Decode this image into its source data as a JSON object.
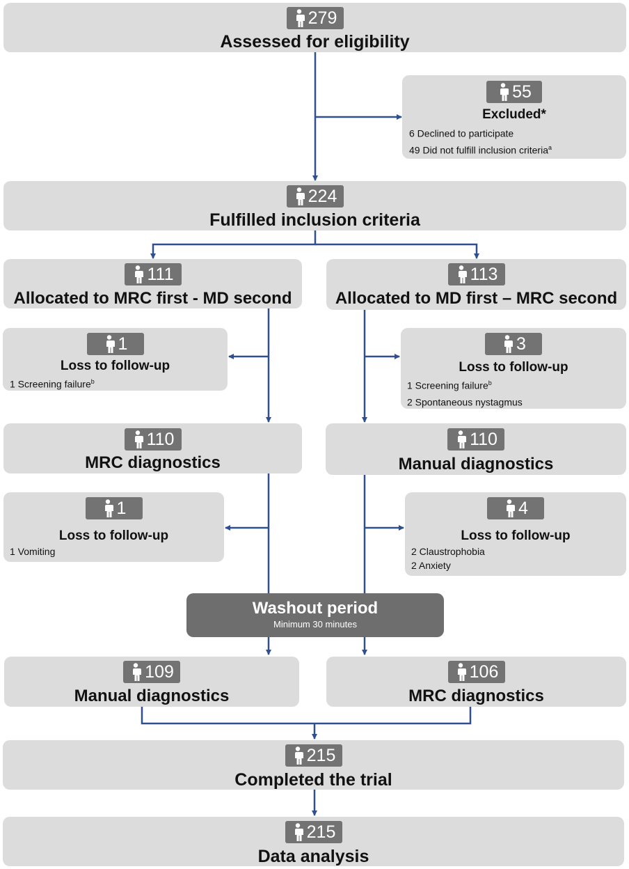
{
  "nodes": {
    "assessed": {
      "count": "279",
      "label": "Assessed for eligibility"
    },
    "excluded": {
      "count": "55",
      "label": "Excluded*",
      "items": [
        {
          "text": "6   Declined to participate",
          "sup": ""
        },
        {
          "text": "49 Did not fulfill inclusion criteria",
          "sup": "a"
        }
      ]
    },
    "fulfilled": {
      "count": "224",
      "label": "Fulfilled inclusion criteria"
    },
    "alloc_left": {
      "count": "111",
      "label": "Allocated to MRC first - MD second"
    },
    "alloc_right": {
      "count": "113",
      "label": "Allocated to MD first – MRC second"
    },
    "loss1_left": {
      "count": "1",
      "label": "Loss to follow-up",
      "items": [
        {
          "text": "1 Screening failure",
          "sup": "b"
        }
      ]
    },
    "loss1_right": {
      "count": "3",
      "label": "Loss to follow-up",
      "items": [
        {
          "text": "1 Screening failure",
          "sup": "b"
        },
        {
          "text": "2 Spontaneous nystagmus",
          "sup": ""
        }
      ]
    },
    "diag1_left": {
      "count": "110",
      "label": "MRC diagnostics"
    },
    "diag1_right": {
      "count": "110",
      "label": "Manual diagnostics"
    },
    "loss2_left": {
      "count": "1",
      "label": "Loss to follow-up",
      "items": [
        {
          "text": "1 Vomiting",
          "sup": ""
        }
      ]
    },
    "loss2_right": {
      "count": "4",
      "label": "Loss to follow-up",
      "items": [
        {
          "text": "2 Claustrophobia",
          "sup": ""
        },
        {
          "text": "2 Anxiety",
          "sup": ""
        }
      ]
    },
    "washout": {
      "label": "Washout period",
      "sublabel": "Minimum 30 minutes"
    },
    "diag2_left": {
      "count": "109",
      "label": "Manual diagnostics"
    },
    "diag2_right": {
      "count": "106",
      "label": "MRC diagnostics"
    },
    "completed": {
      "count": "215",
      "label": "Completed the trial"
    },
    "analysis": {
      "count": "215",
      "label": "Data analysis"
    }
  },
  "colors": {
    "box": "#dcdcdc",
    "badge": "#737373",
    "washout": "#6e6e6e",
    "arrow": "#2f4f8f"
  },
  "icons": {
    "person": "person-icon"
  }
}
